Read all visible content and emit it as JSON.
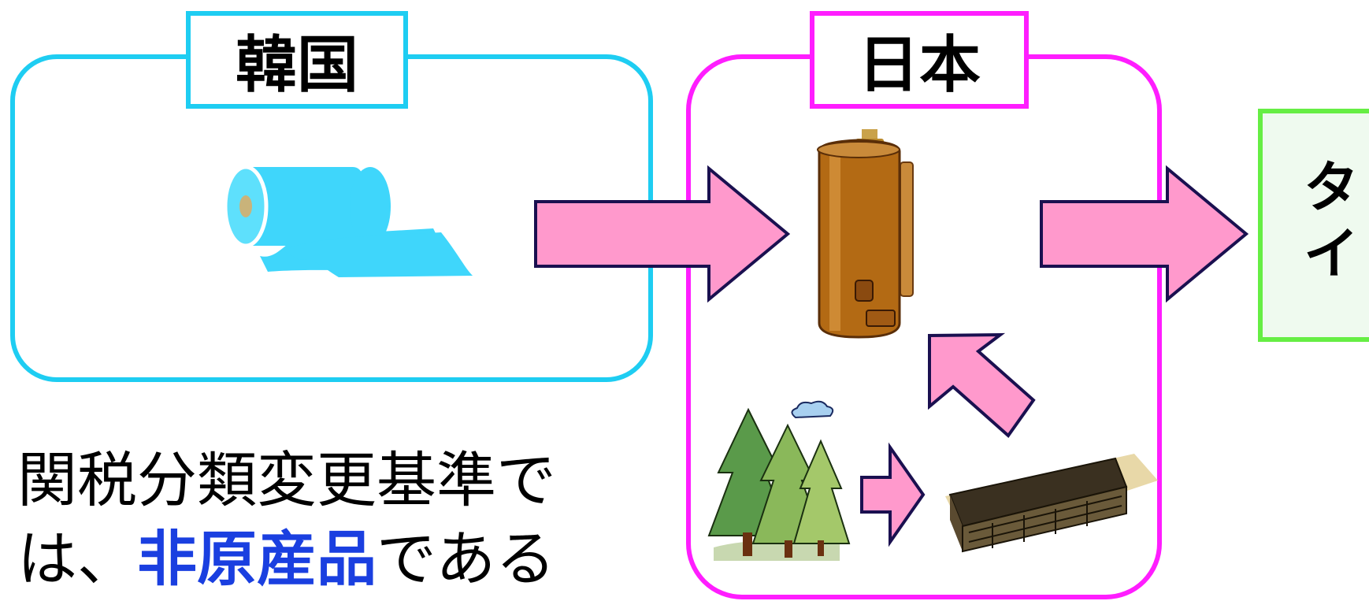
{
  "regions": {
    "korea": {
      "label": "韓国",
      "color": "#1ecdf2"
    },
    "japan": {
      "label": "日本",
      "color": "#ff1dff"
    },
    "thailand": {
      "label": "タイ",
      "color": "#66ee44"
    }
  },
  "caption": {
    "line1": "関税分類変更基準で",
    "line2_prefix": "は、",
    "line2_highlight": "非原産品",
    "line2_suffix": "である",
    "highlight_color": "#1a3fe0"
  },
  "icons": [
    "paper-roll-icon",
    "water-heater-icon",
    "forest-icon",
    "lumber-stack-icon"
  ],
  "arrow_color": "#ff99cc"
}
